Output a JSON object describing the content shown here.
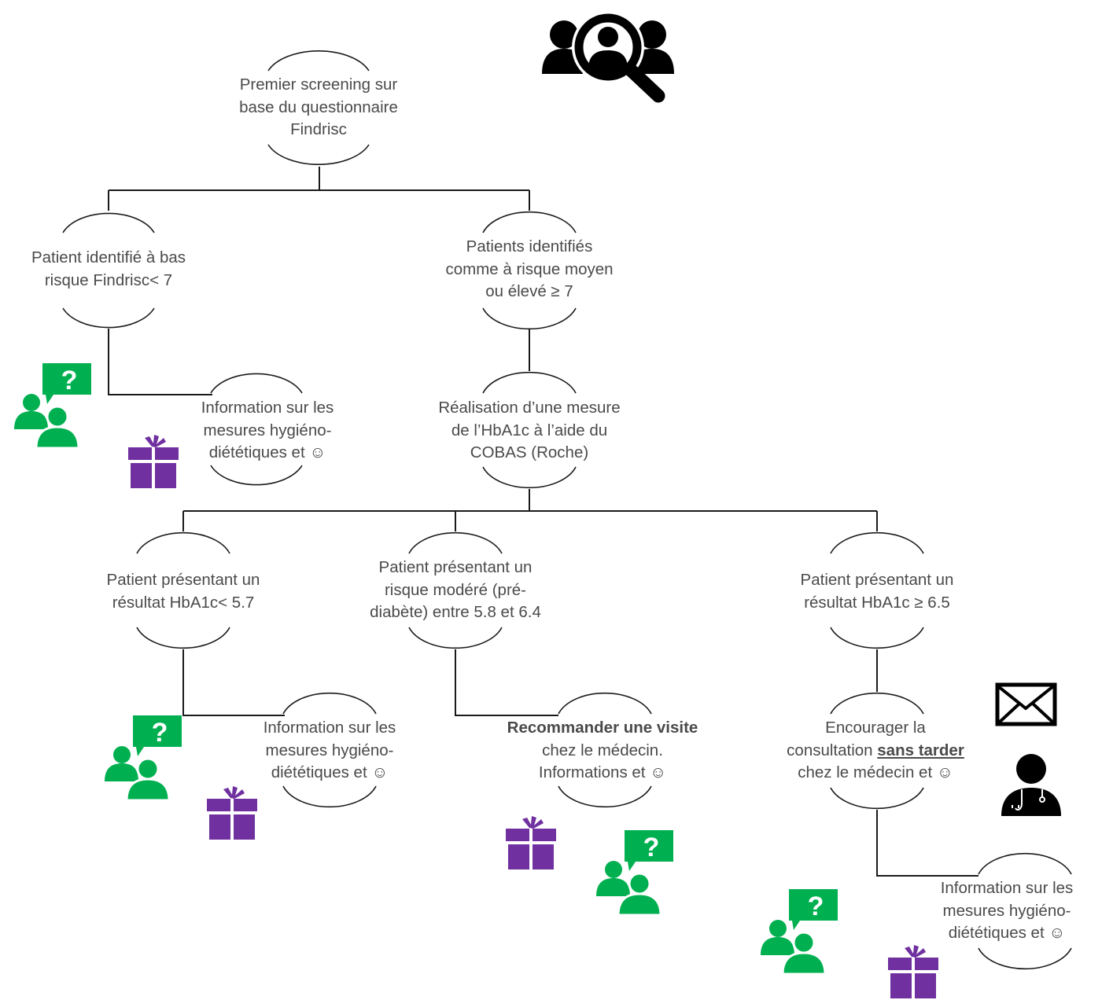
{
  "colors": {
    "line": "#1a1a1a",
    "text": "#4a4a4a",
    "green": "#00b050",
    "purple": "#7030a0",
    "black": "#000000"
  },
  "icons": [
    "search-users-icon",
    "question-users-icon",
    "gift-icon",
    "envelope-icon",
    "doctor-icon"
  ],
  "nodes": {
    "screening": {
      "lines": [
        "Premier screening sur",
        "base du questionnaire",
        "Findrisc"
      ]
    },
    "low_risk": {
      "lines": [
        "Patient identifié à bas",
        "risque Findrisc< 7"
      ]
    },
    "medium_high_risk": {
      "lines": [
        "Patients identifiés",
        "comme à risque moyen",
        "ou élevé ≥ 7"
      ]
    },
    "info_low_risk": {
      "lines": [
        "Information sur les",
        "mesures hygiéno-",
        "diététiques et ☺"
      ]
    },
    "hba1c_measure": {
      "lines": [
        "Réalisation d’une mesure",
        "de l’HbA1c à l’aide du",
        "COBAS (Roche)"
      ]
    },
    "hba1c_low": {
      "lines": [
        "Patient présentant un",
        "résultat HbA1c< 5.7"
      ]
    },
    "hba1c_moderate": {
      "lines": [
        "Patient présentant un",
        "risque modéré (pré-",
        "diabète) entre 5.8 et 6.4"
      ]
    },
    "hba1c_high": {
      "lines": [
        "Patient présentant un",
        "résultat HbA1c ≥ 6.5"
      ]
    },
    "info_hba1c_low": {
      "lines": [
        "Information sur les",
        "mesures hygiéno-",
        "diététiques et  ☺"
      ]
    },
    "recommend_visit": {
      "bold_prefix": "Recommander une visite",
      "lines": [
        "chez le médecin.",
        "Informations et ☺"
      ]
    },
    "encourage_consult": {
      "line1": "Encourager la",
      "line2_prefix": "consultation ",
      "line2_emph": "sans tarder",
      "line3": "chez le médecin et ☺"
    },
    "info_hba1c_high": {
      "lines": [
        "Information sur les",
        "mesures hygiéno-",
        "diététiques et ☺"
      ]
    }
  }
}
